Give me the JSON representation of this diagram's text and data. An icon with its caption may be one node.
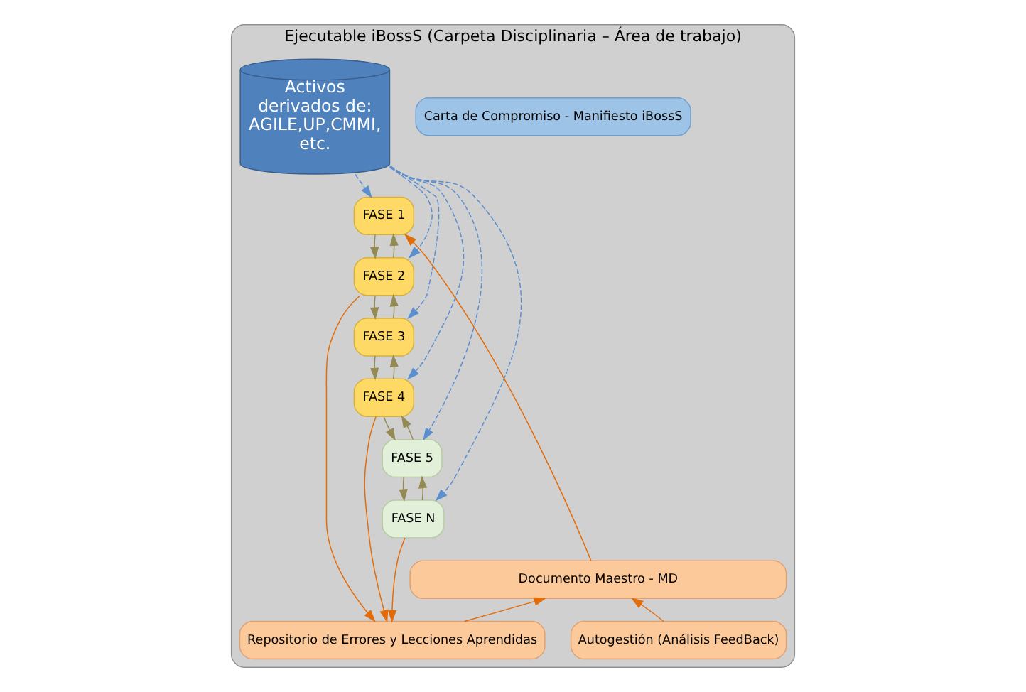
{
  "diagram": {
    "nodes": [
      {
        "text": [
          "Ejecutable iBossS (Carpeta Disciplinaria – Área de trabajo)"
        ]
      },
      {
        "text": [
          "Carta de Compromiso - Manifiesto iBossS"
        ],
        "in": 0
      },
      {
        "text": [
          "FASE 1"
        ],
        "in": 0
      },
      {
        "text": [
          "FASE 2"
        ],
        "in": 0
      },
      {
        "text": [
          "FASE 3"
        ],
        "in": 0
      },
      {
        "text": [
          "FASE 4"
        ],
        "in": 0
      },
      {
        "text": [
          "FASE 5"
        ],
        "in": 0
      },
      {
        "text": [
          "FASE N"
        ],
        "in": 0
      },
      {
        "text": [
          "Activos derivados de: AGILE,UP,CMMI, etc."
        ],
        "in": 0
      },
      {
        "text": [
          "Documento Maestro - MD"
        ],
        "in": 0
      },
      {
        "text": [
          "Repositorio de Errores y Lecciones Aprendidas"
        ],
        "in": 0
      },
      {
        "text": [
          "Autogestión (Análisis FeedBack)"
        ],
        "in": 0
      }
    ],
    "edges": [
      {
        "from": 2,
        "to": 3,
        "arrow": "to",
        "color": "#948a54"
      },
      {
        "from": 3,
        "to": 2,
        "arrow": "to",
        "color": "#948a54"
      },
      {
        "from": 3,
        "to": 4,
        "arrow": "to",
        "color": "#948a54"
      },
      {
        "from": 4,
        "to": 3,
        "arrow": "to",
        "color": "#948a54"
      },
      {
        "from": 4,
        "to": 5,
        "arrow": "to",
        "color": "#948a54"
      },
      {
        "from": 5,
        "to": 4,
        "arrow": "to",
        "color": "#948a54"
      },
      {
        "from": 5,
        "to": 6,
        "arrow": "to",
        "color": "#948a54"
      },
      {
        "from": 6,
        "to": 5,
        "arrow": "to",
        "color": "#948a54"
      },
      {
        "from": 6,
        "to": 7,
        "arrow": "to",
        "color": "#948a54"
      },
      {
        "from": 7,
        "to": 6,
        "arrow": "to",
        "color": "#948a54"
      },
      {
        "from": 3,
        "to": 10,
        "arrow": "to",
        "color": "#e36c09"
      },
      {
        "from": 5,
        "to": 10,
        "arrow": "to",
        "color": "#e36c09"
      },
      {
        "from": 7,
        "to": 10,
        "arrow": "to",
        "color": "#e36c09"
      },
      {
        "from": 9,
        "to": 2,
        "arrow": "to",
        "color": "#e36c09"
      },
      {
        "from": 10,
        "to": 9,
        "arrow": "to",
        "color": "#e36c09"
      },
      {
        "from": 11,
        "to": 9,
        "arrow": "to",
        "color": "#e36c09"
      },
      {
        "from": 8,
        "to": 2,
        "arrow": "to",
        "style": "dashed",
        "color": "#5b8fd0"
      },
      {
        "from": 8,
        "to": 3,
        "arrow": "to",
        "style": "dashed",
        "color": "#5b8fd0"
      },
      {
        "from": 8,
        "to": 4,
        "arrow": "to",
        "style": "dashed",
        "color": "#5b8fd0"
      },
      {
        "from": 8,
        "to": 5,
        "arrow": "to",
        "style": "dashed",
        "color": "#5b8fd0"
      },
      {
        "from": 8,
        "to": 6,
        "arrow": "to",
        "style": "dashed",
        "color": "#5b8fd0"
      },
      {
        "from": 8,
        "to": 7,
        "arrow": "to",
        "style": "dashed",
        "color": "#5b8fd0"
      }
    ]
  }
}
